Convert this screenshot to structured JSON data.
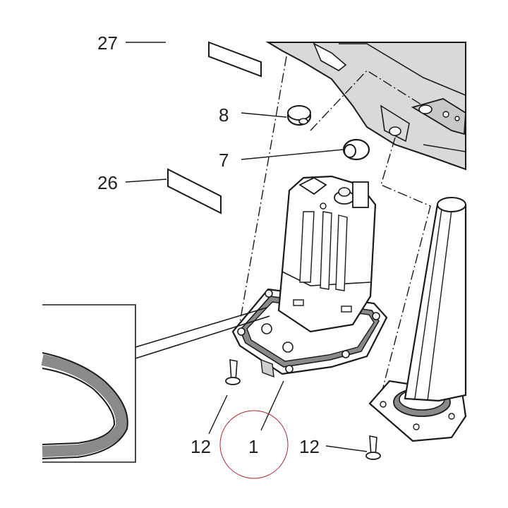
{
  "diagram": {
    "callouts": [
      {
        "id": "c27",
        "text": "27"
      },
      {
        "id": "c8",
        "text": "8"
      },
      {
        "id": "c7",
        "text": "7"
      },
      {
        "id": "c26",
        "text": "26"
      },
      {
        "id": "c12a",
        "text": "12"
      },
      {
        "id": "c1",
        "text": "1"
      },
      {
        "id": "c12b",
        "text": "12"
      }
    ],
    "colors": {
      "line": "#1a1a1a",
      "frame_fill": "#d9d9d9",
      "part_fill": "#ffffff",
      "gasket_fill": "#8a8a8a",
      "highlight_circle": "#b0283c"
    },
    "parts": {
      "pump": "fuel-pump-assembly",
      "gasket_detail": "gasket-detail-inset",
      "frame": "frame-bracket",
      "tube": "vertical-tube",
      "grommet8": "grommet",
      "grommet7": "grommet",
      "screws": "mounting-screws",
      "labels": "label-stickers"
    }
  }
}
